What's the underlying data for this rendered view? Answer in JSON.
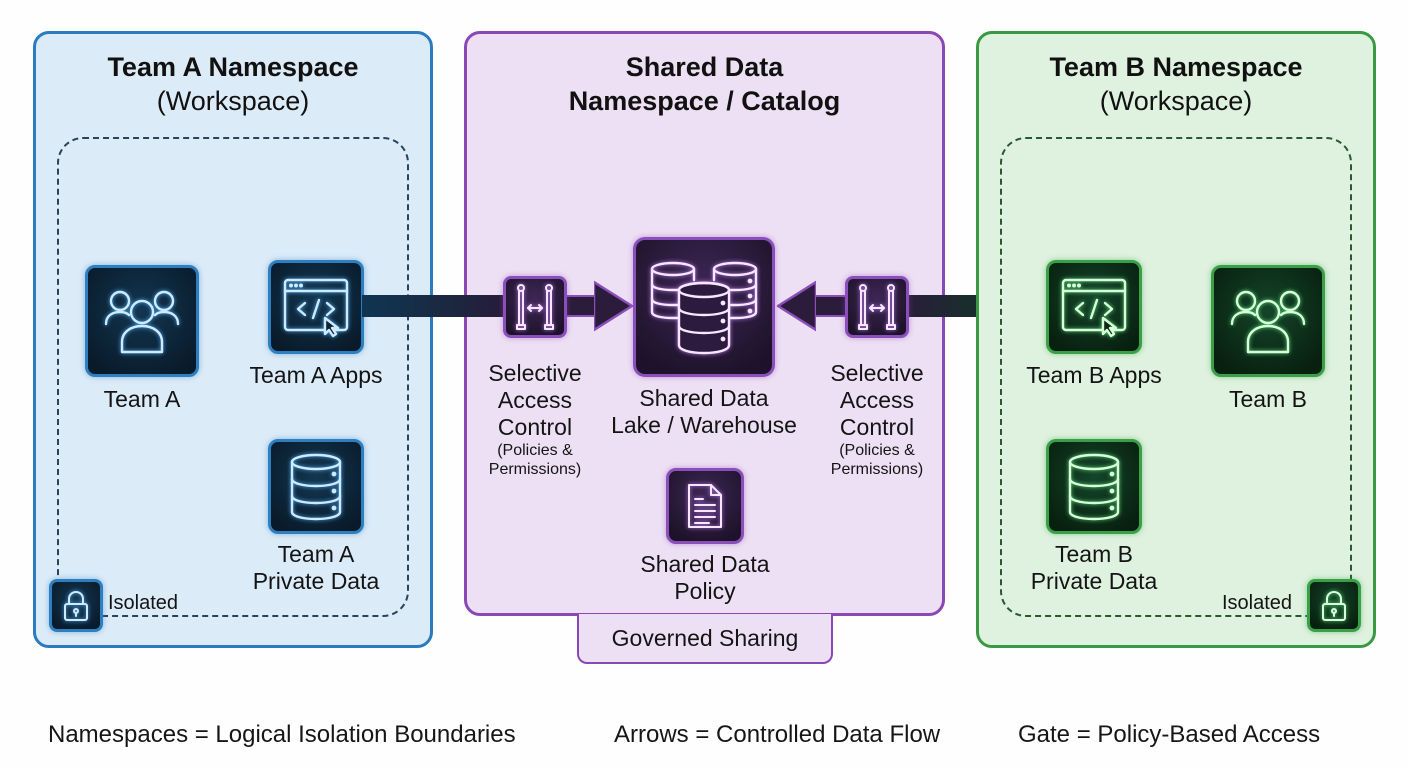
{
  "team_a": {
    "title": "Team A Namespace",
    "subtitle": "(Workspace)",
    "color": "#2a7bbf",
    "nodes": {
      "team": "Team A",
      "apps": "Team A Apps",
      "private_data_line1": "Team A",
      "private_data_line2": "Private Data"
    },
    "isolated_label": "Isolated"
  },
  "shared": {
    "title_line1": "Shared Data",
    "title_line2": "Namespace / Catalog",
    "color": "#8a47b5",
    "lake_line1": "Shared Data",
    "lake_line2": "Lake / Warehouse",
    "policy_line1": "Shared Data",
    "policy_line2": "Policy",
    "gate_left": {
      "line1": "Selective",
      "line2": "Access",
      "line3": "Control",
      "detail1": "(Policies &",
      "detail2": "Permissions)"
    },
    "gate_right": {
      "line1": "Selective",
      "line2": "Access",
      "line3": "Control",
      "detail1": "(Policies &",
      "detail2": "Permissions)"
    },
    "governed_sharing": "Governed Sharing"
  },
  "team_b": {
    "title": "Team B Namespace",
    "subtitle": "(Workspace)",
    "color": "#3a9a43",
    "nodes": {
      "team": "Team B",
      "apps": "Team B Apps",
      "private_data_line1": "Team B",
      "private_data_line2": "Private Data"
    },
    "isolated_label": "Isolated"
  },
  "legend": [
    "Namespaces = Logical Isolation Boundaries",
    "Arrows = Controlled Data Flow",
    "Gate = Policy-Based Access"
  ],
  "icons": {
    "team": "users-icon",
    "apps": "code-window-icon",
    "private_data": "database-icon",
    "lake": "database-cluster-icon",
    "policy": "document-icon",
    "gate": "access-gate-icon",
    "isolated": "lock-icon"
  }
}
